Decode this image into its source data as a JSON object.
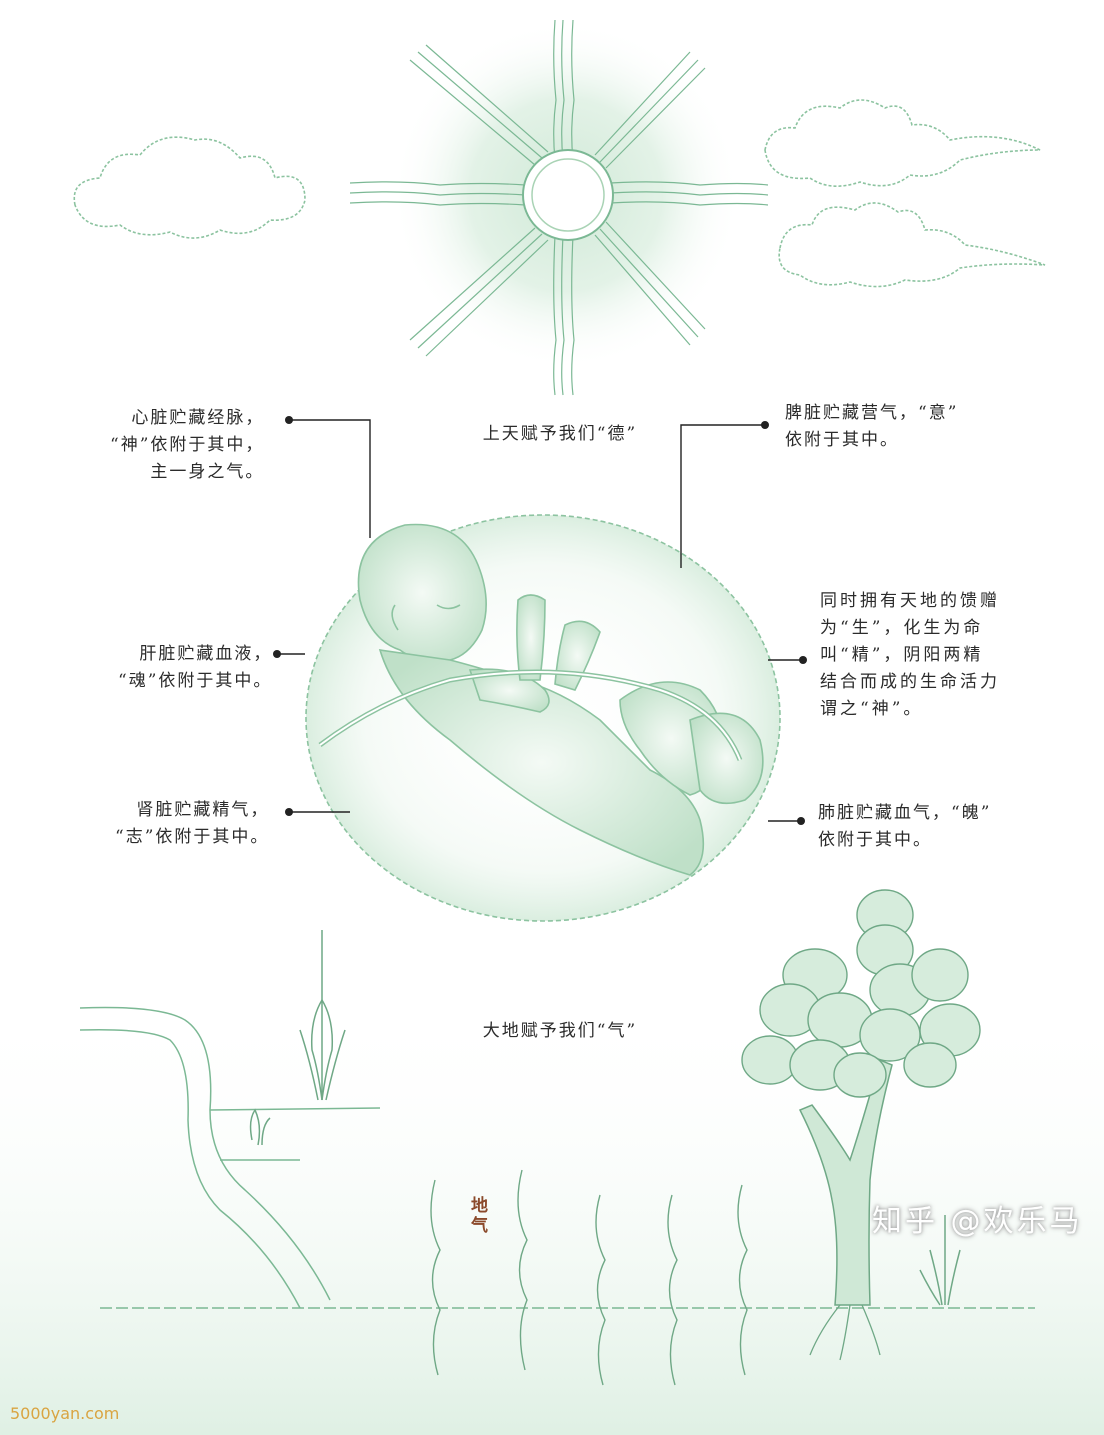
{
  "colors": {
    "line": "#6fb08a",
    "glow": "#cfe8d6",
    "label_line": "#222222",
    "earth_qi": "#8b4a2b",
    "watermark_left": "#d9a441"
  },
  "labels": {
    "heaven": "上天赋予我们“德”",
    "earth": "大地赋予我们“气”",
    "heart": [
      "心脏贮藏经脉，",
      "“神”依附于其中，",
      "主一身之气。"
    ],
    "spleen": [
      "脾脏贮藏营气，“意”",
      "依附于其中。"
    ],
    "liver": [
      "肝脏贮藏血液，",
      "“魂”依附于其中。"
    ],
    "kidney": [
      "肾脏贮藏精气，",
      "“志”依附于其中。"
    ],
    "life": [
      "同时拥有天地的馈赠",
      "为“生”，化生为命",
      "叫“精”，阴阳两精",
      "结合而成的生命活力",
      "谓之“神”。"
    ],
    "lung": [
      "肺脏贮藏血气，“魄”",
      "依附于其中。"
    ],
    "earth_qi_tag": "地气"
  },
  "watermarks": {
    "zhihu": "知乎 @欢乐马",
    "site": "5000yan.com"
  },
  "icons": [
    "sun-icon",
    "cloud-icon",
    "fetus-illustration",
    "tree-icon",
    "grass-icon",
    "rising-qi-icon"
  ]
}
